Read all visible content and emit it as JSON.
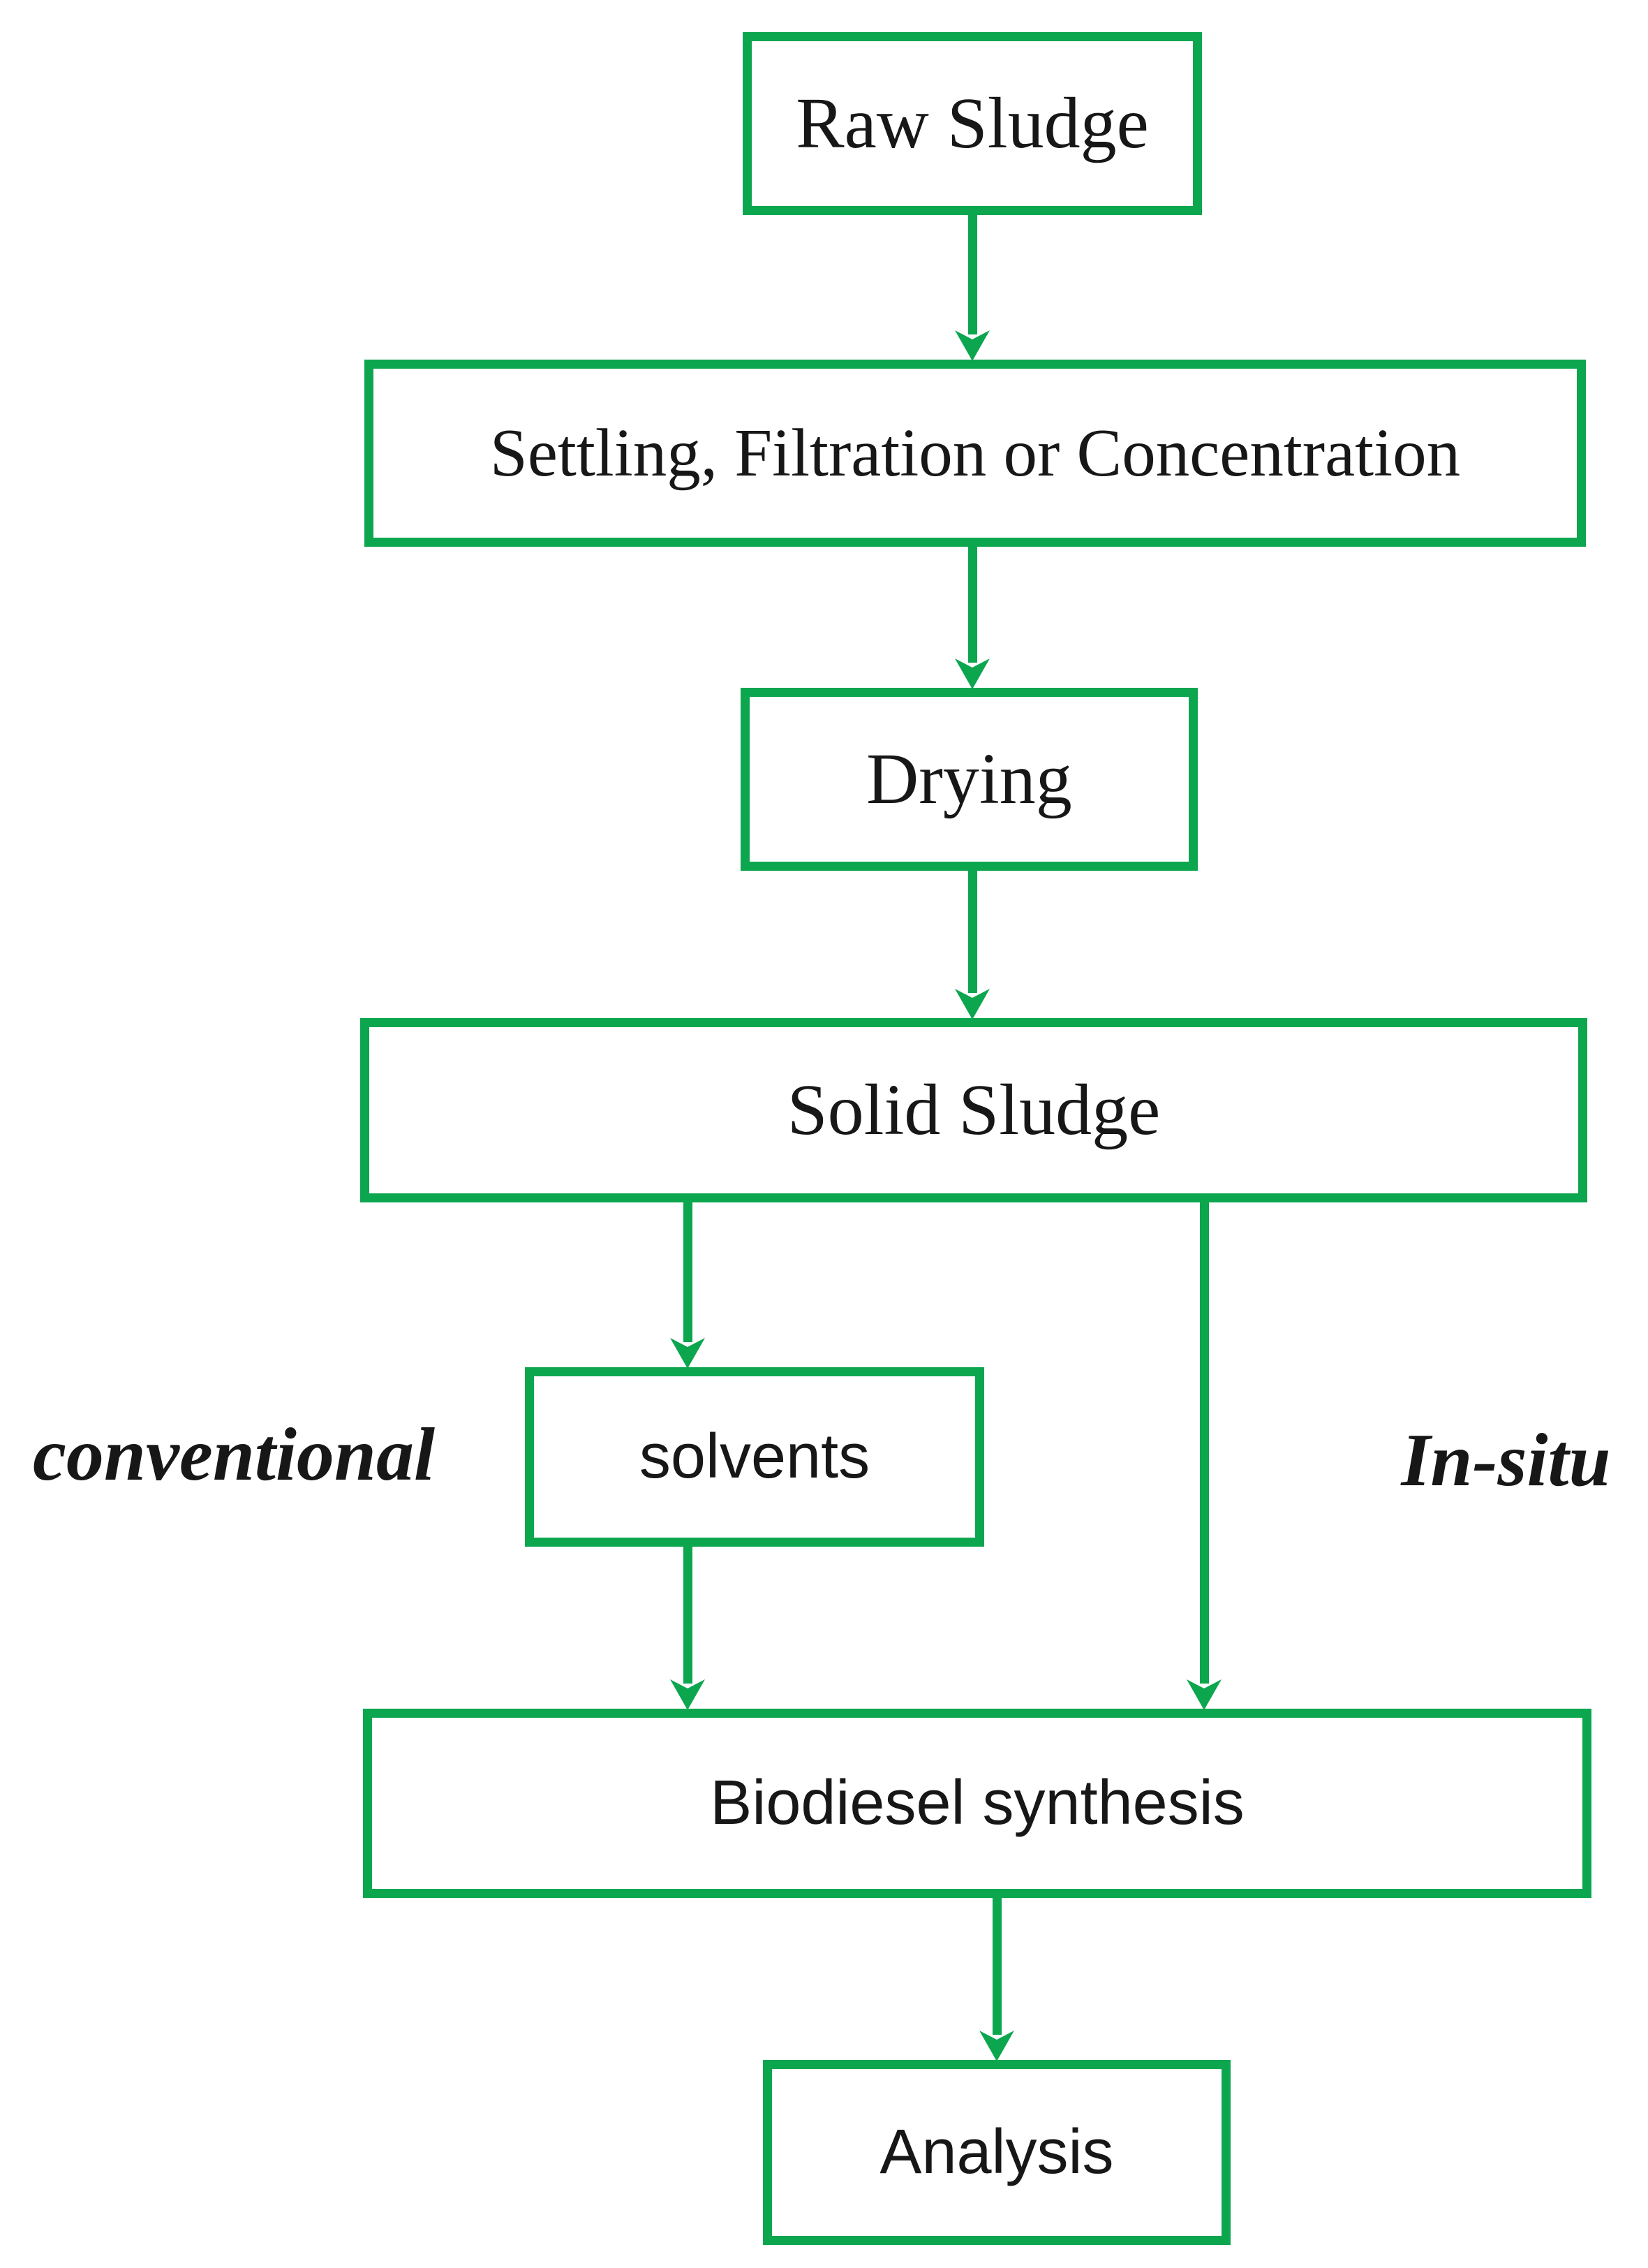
{
  "theme": {
    "accent_green": "#0ca64e",
    "text_color": "#171717",
    "background": "#ffffff"
  },
  "diagram": {
    "type": "flowchart",
    "nodes": [
      {
        "id": "raw-sludge",
        "label": "Raw Sludge"
      },
      {
        "id": "settling-filtration-concentration",
        "label": "Settling, Filtration or Concentration"
      },
      {
        "id": "drying",
        "label": "Drying"
      },
      {
        "id": "solid-sludge",
        "label": "Solid Sludge"
      },
      {
        "id": "solvents",
        "label": "solvents"
      },
      {
        "id": "biodiesel-synthesis",
        "label": "Biodiesel synthesis"
      },
      {
        "id": "analysis",
        "label": "Analysis"
      }
    ],
    "branch_labels": [
      {
        "id": "conventional",
        "label": "conventional",
        "side": "left"
      },
      {
        "id": "in-situ",
        "label": "In-situ",
        "side": "right"
      }
    ],
    "edges": [
      {
        "from": "raw-sludge",
        "to": "settling-filtration-concentration"
      },
      {
        "from": "settling-filtration-concentration",
        "to": "drying"
      },
      {
        "from": "drying",
        "to": "solid-sludge"
      },
      {
        "from": "solid-sludge",
        "to": "solvents",
        "branch": "conventional"
      },
      {
        "from": "solvents",
        "to": "biodiesel-synthesis",
        "branch": "conventional"
      },
      {
        "from": "solid-sludge",
        "to": "biodiesel-synthesis",
        "branch": "in-situ"
      },
      {
        "from": "biodiesel-synthesis",
        "to": "analysis"
      }
    ]
  }
}
